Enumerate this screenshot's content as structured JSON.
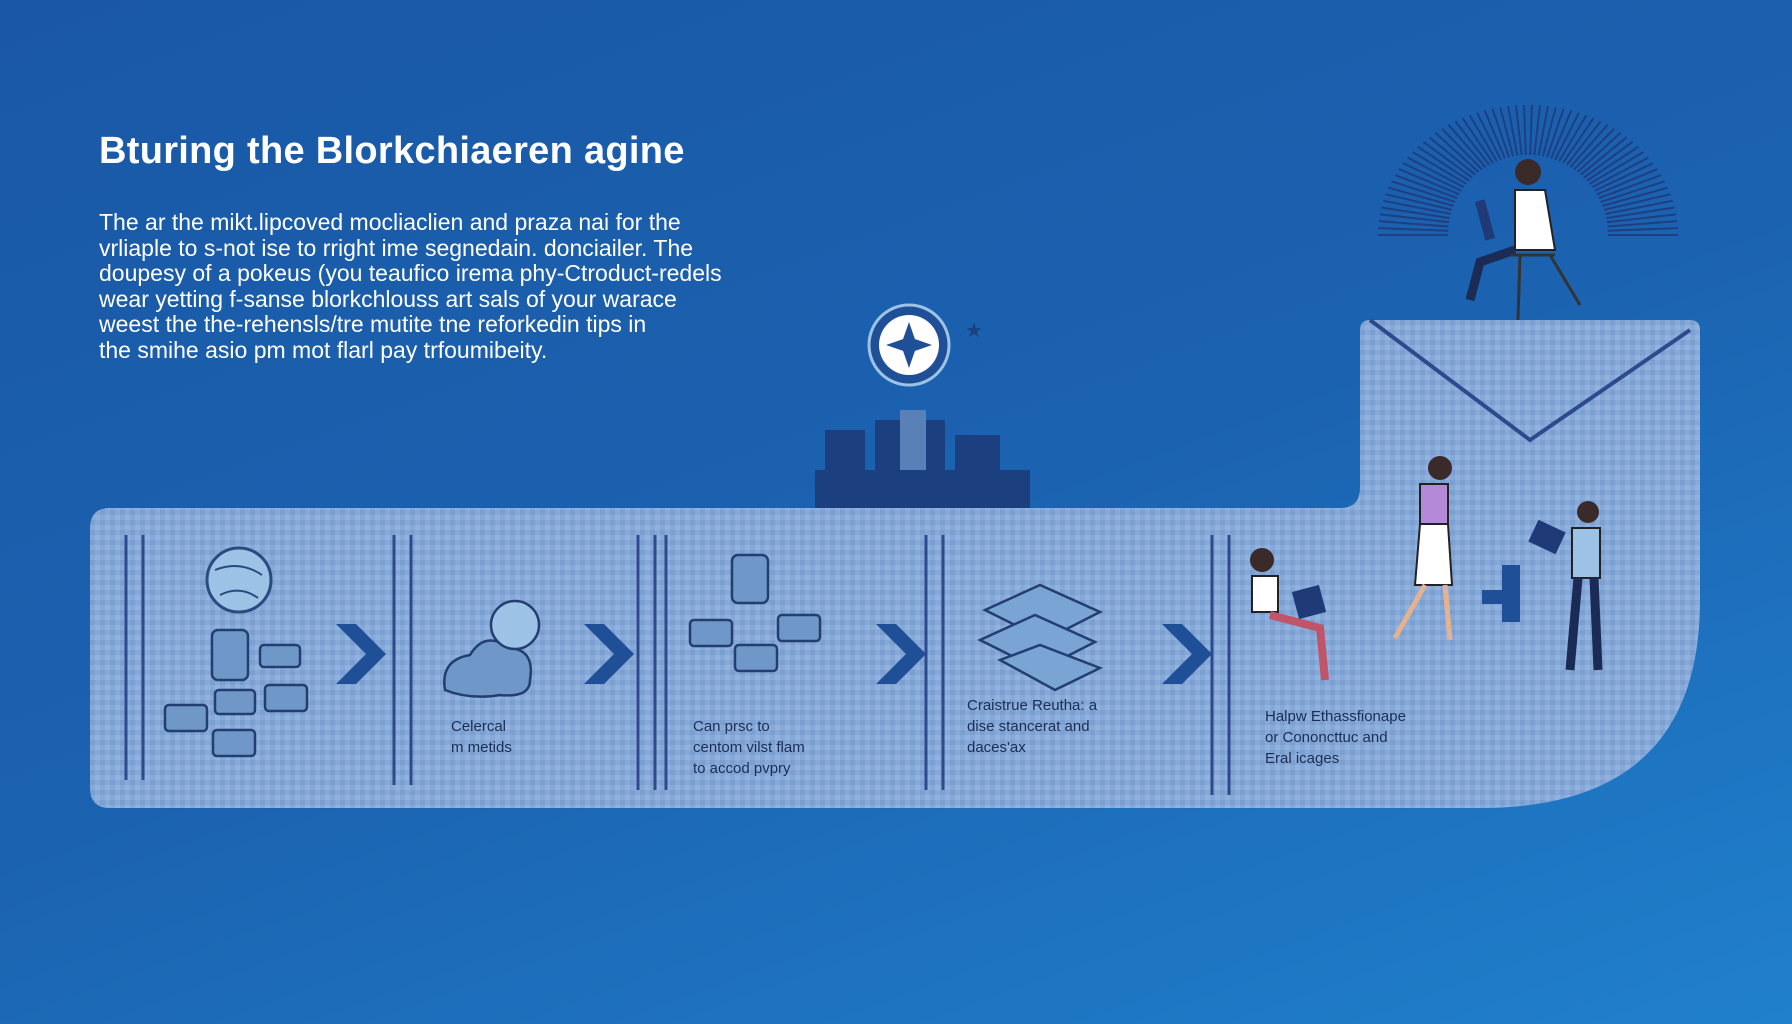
{
  "title": "Bturing the Blorkchiaeren agine",
  "intro_lines": [
    "The ar the mikt.lipcoved mocliaclien and praza nai for the",
    "vrliaple to s-not ise to rright ime segnedain. donciailer. The",
    "doupesy of a pokeus (you teaufico irema phy-Ctroduct-redels",
    "wear yetting f-sanse blorkchlouss art sals of your warace",
    "weest the the-rehensls/tre mutite tne reforkedin tips in",
    "the smihe asio pm mot flarl pay trfoumibeity."
  ],
  "steps": [
    {
      "label_lines": [
        "Celercal",
        "m metids"
      ]
    },
    {
      "label_lines": [
        "Can prsc to",
        "centom vilst flam",
        "to accod pvpry"
      ]
    },
    {
      "label_lines": [
        "Craistrue Reutha:  a",
        "dise stancerat and",
        "daces'ax"
      ]
    },
    {
      "label_lines": [
        "Halpw Ethassfionape",
        "or Cononcttuc and",
        "Eral icages"
      ]
    }
  ],
  "colors": {
    "panel": "#86a9d8",
    "divider": "#2f4a8c",
    "arrow": "#1f4f96",
    "accent": "#1b3f7f"
  }
}
